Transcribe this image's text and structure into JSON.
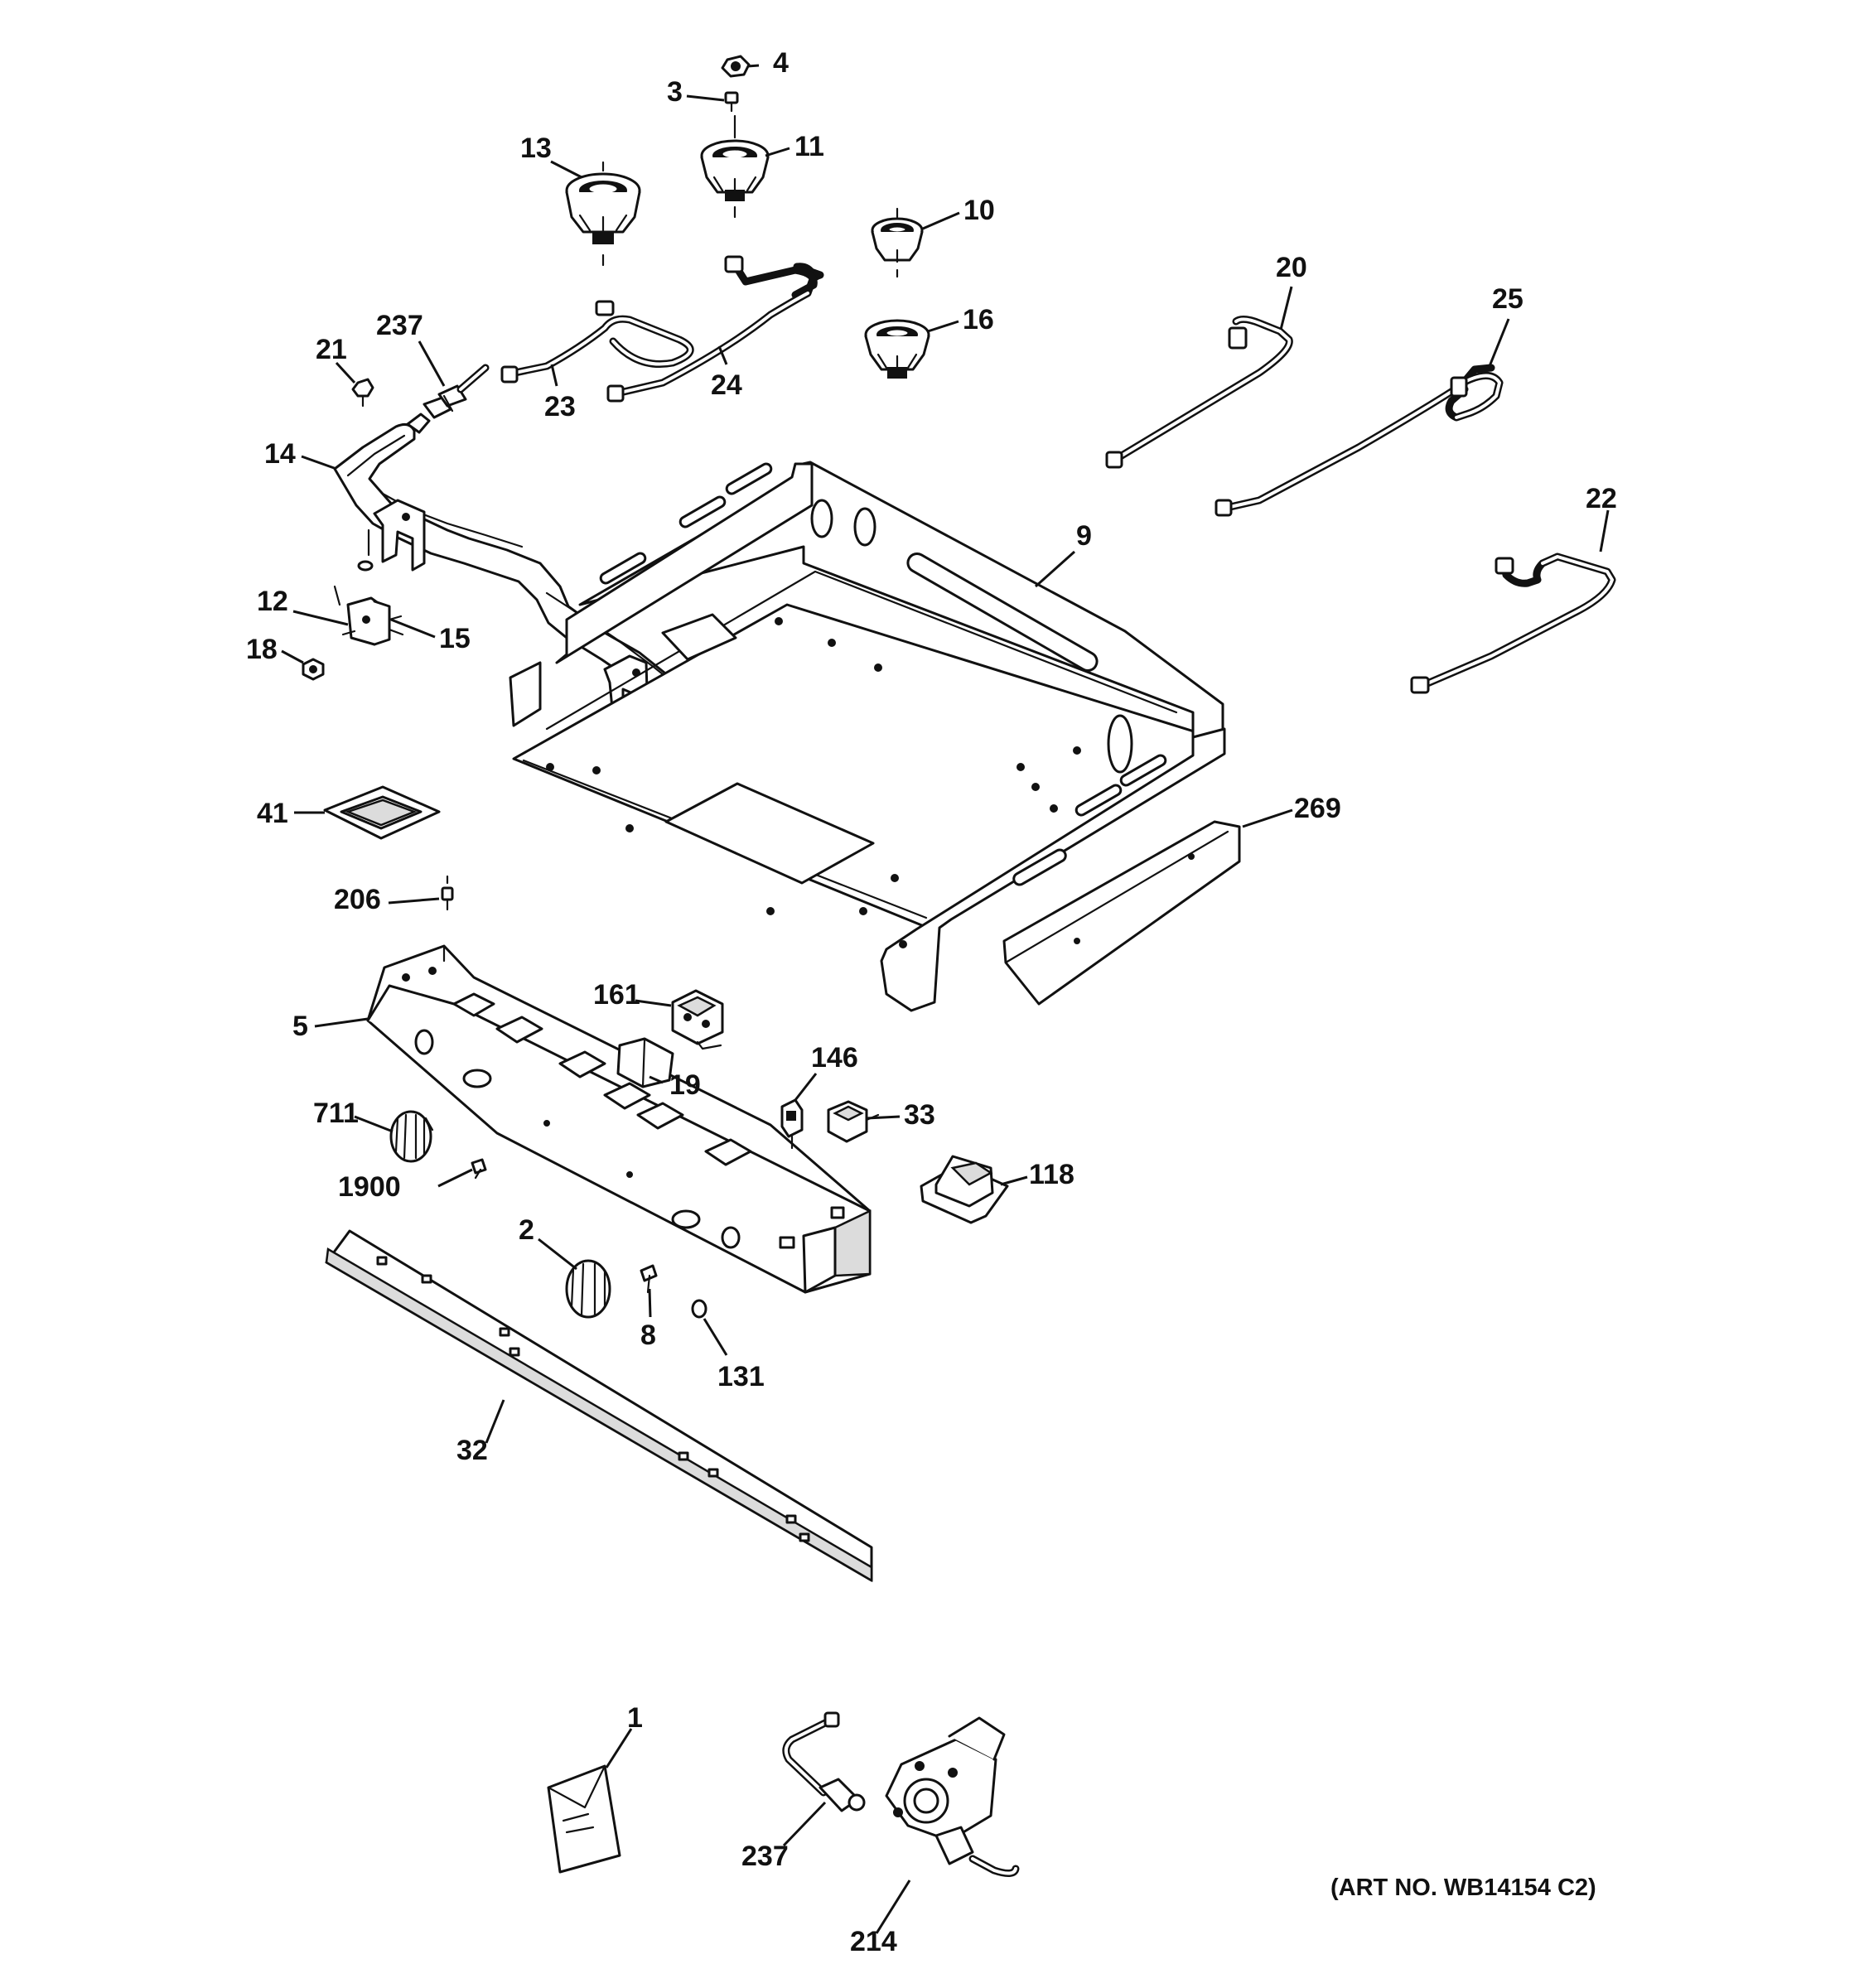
{
  "art_number": "(ART NO. WB14154 C2)",
  "callouts": [
    {
      "id": "c4",
      "label": "4"
    },
    {
      "id": "c3",
      "label": "3"
    },
    {
      "id": "c13",
      "label": "13"
    },
    {
      "id": "c11",
      "label": "11"
    },
    {
      "id": "c10",
      "label": "10"
    },
    {
      "id": "c16",
      "label": "16"
    },
    {
      "id": "c20",
      "label": "20"
    },
    {
      "id": "c25",
      "label": "25"
    },
    {
      "id": "c21",
      "label": "21"
    },
    {
      "id": "c237a",
      "label": "237"
    },
    {
      "id": "c23",
      "label": "23"
    },
    {
      "id": "c24",
      "label": "24"
    },
    {
      "id": "c14",
      "label": "14"
    },
    {
      "id": "c9",
      "label": "9"
    },
    {
      "id": "c22",
      "label": "22"
    },
    {
      "id": "c12",
      "label": "12"
    },
    {
      "id": "c15",
      "label": "15"
    },
    {
      "id": "c18",
      "label": "18"
    },
    {
      "id": "c41",
      "label": "41"
    },
    {
      "id": "c269",
      "label": "269"
    },
    {
      "id": "c206",
      "label": "206"
    },
    {
      "id": "c161",
      "label": "161"
    },
    {
      "id": "c5",
      "label": "5"
    },
    {
      "id": "c19",
      "label": "19"
    },
    {
      "id": "c146",
      "label": "146"
    },
    {
      "id": "c711",
      "label": "711"
    },
    {
      "id": "c33",
      "label": "33"
    },
    {
      "id": "c118",
      "label": "118"
    },
    {
      "id": "c1900",
      "label": "1900"
    },
    {
      "id": "c2",
      "label": "2"
    },
    {
      "id": "c8",
      "label": "8"
    },
    {
      "id": "c131",
      "label": "131"
    },
    {
      "id": "c32",
      "label": "32"
    },
    {
      "id": "c1",
      "label": "1"
    },
    {
      "id": "c237b",
      "label": "237"
    },
    {
      "id": "c214",
      "label": "214"
    }
  ]
}
